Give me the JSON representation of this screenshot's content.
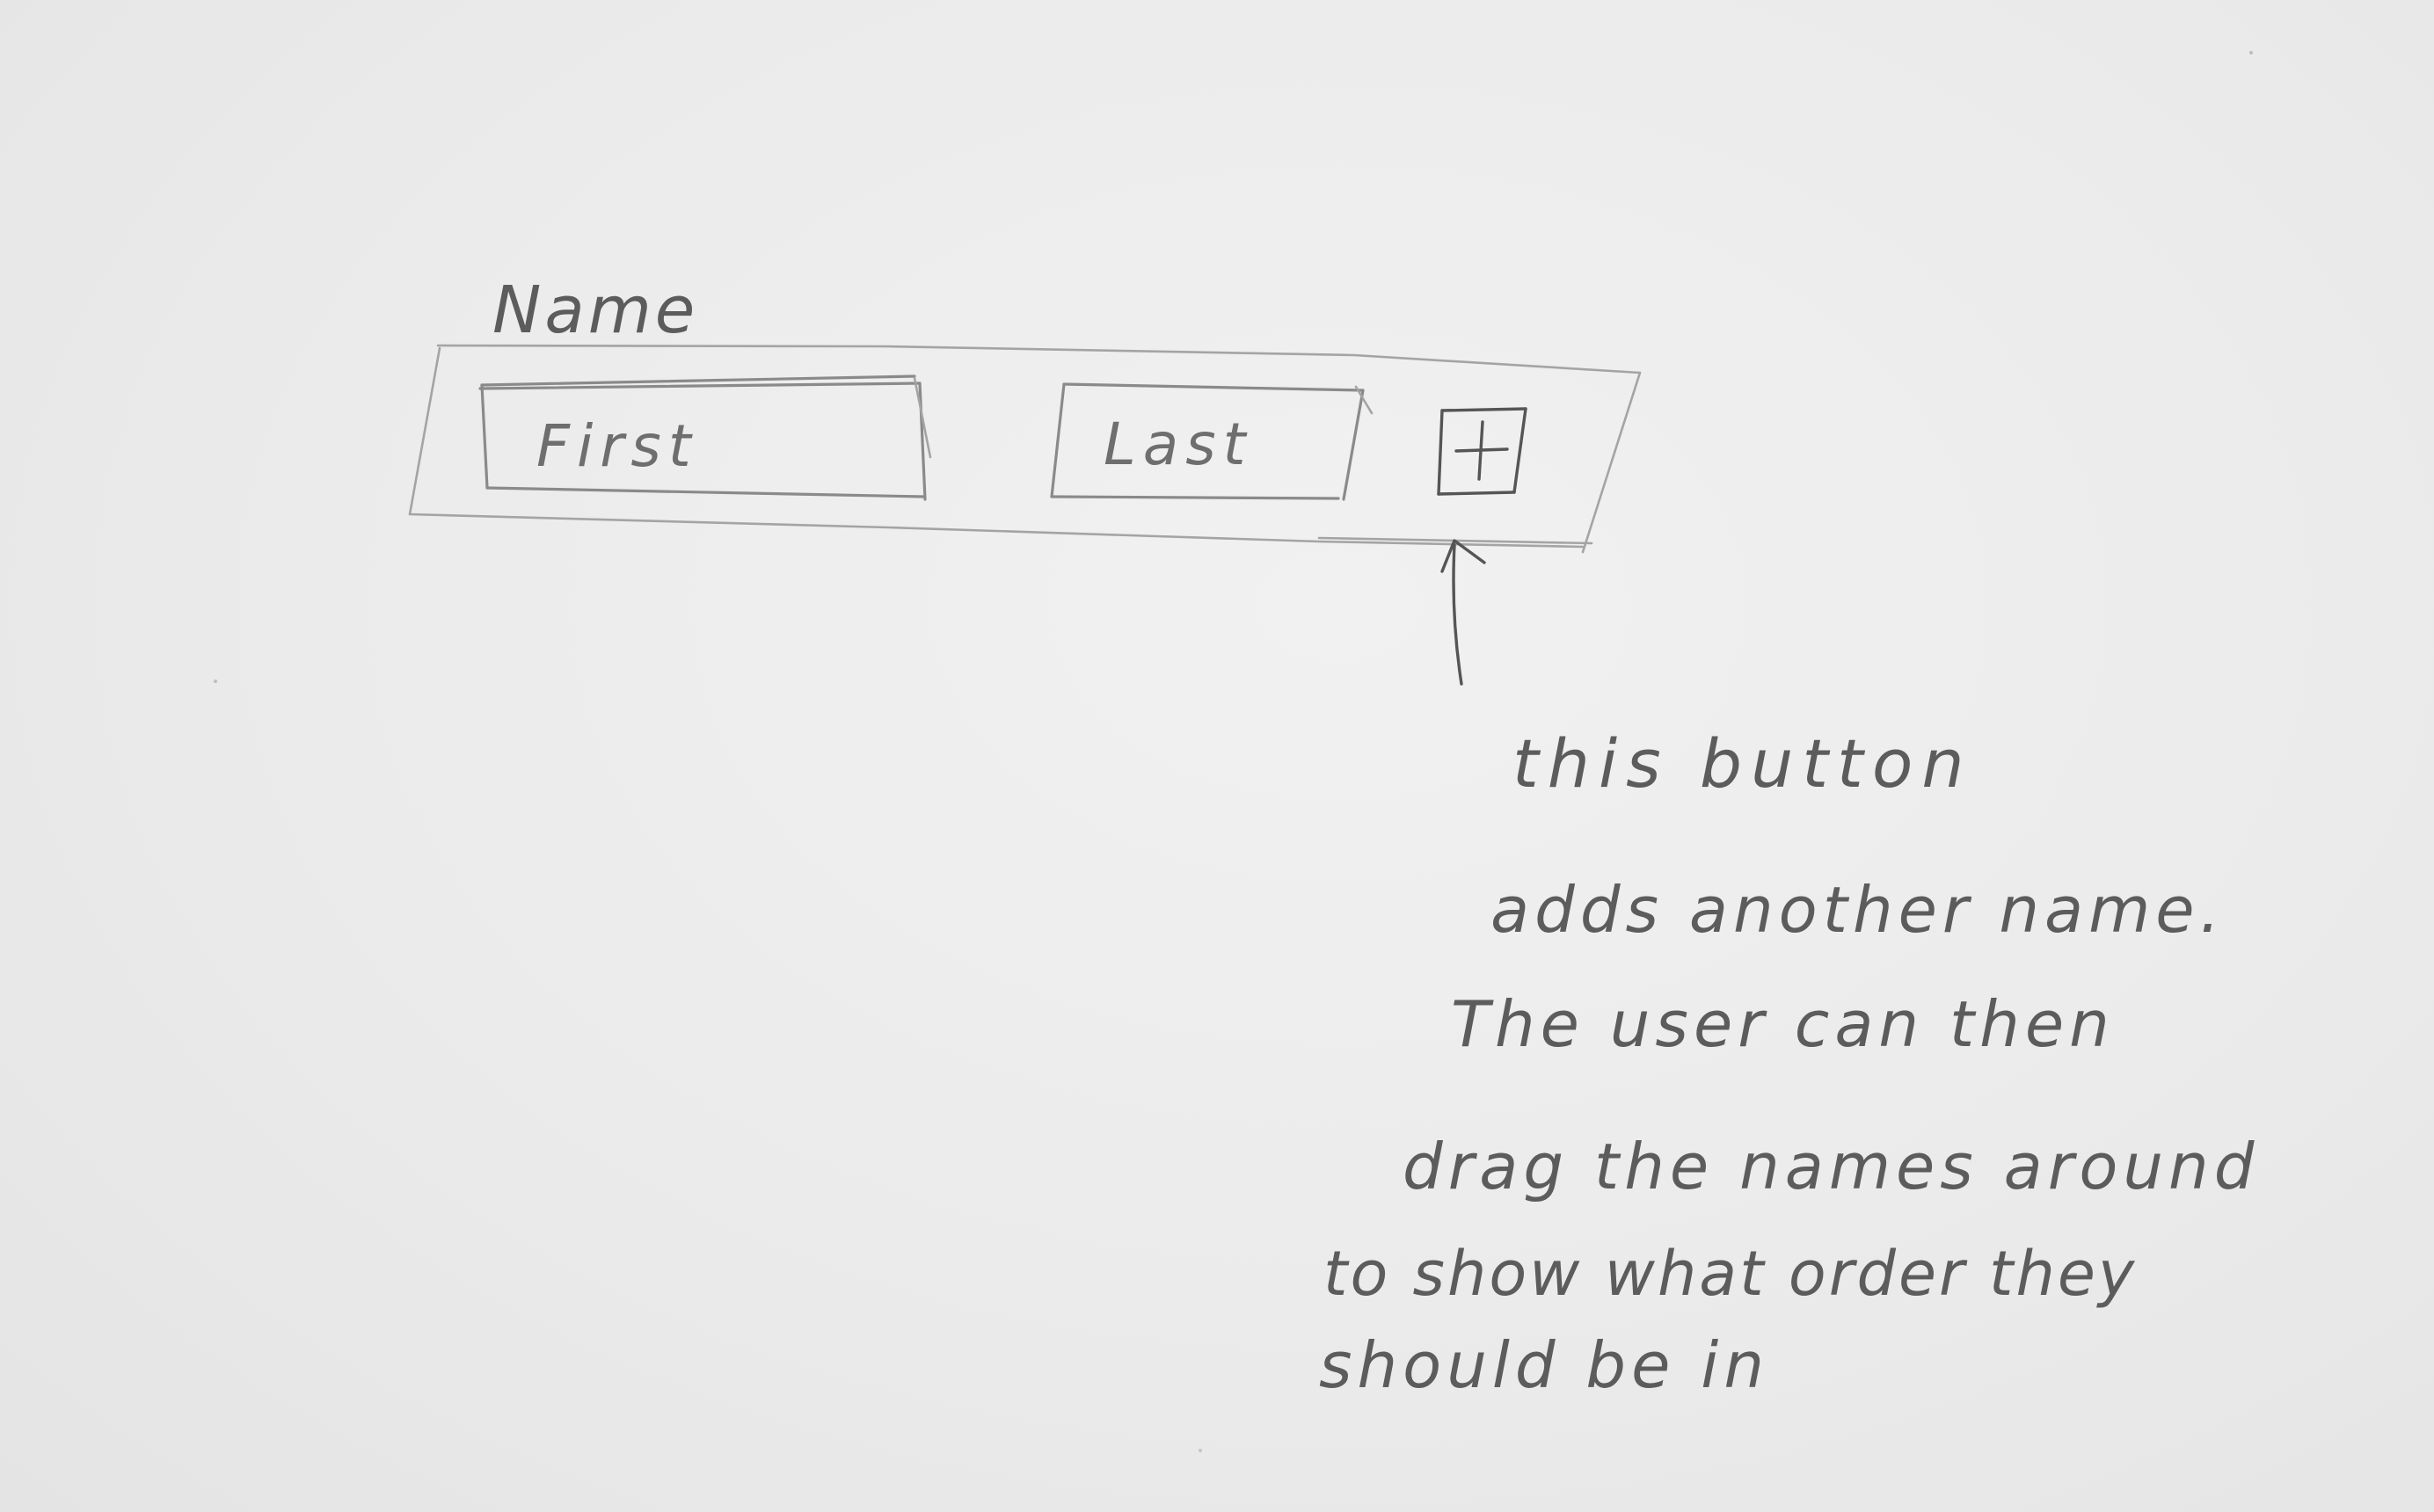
{
  "sketch": {
    "field_label": "Name",
    "first_placeholder": "First",
    "last_placeholder": "Last",
    "add_button_symbol": "+",
    "annotation_lines": [
      "this button",
      "adds another name.",
      "The user can then",
      "drag the names around",
      "to show what order they",
      "should be in"
    ]
  },
  "colors": {
    "paper": "#ececec",
    "pencil": "#5c5c5c"
  },
  "icons": {
    "add": "plus-icon",
    "arrow": "arrow-up-icon"
  }
}
